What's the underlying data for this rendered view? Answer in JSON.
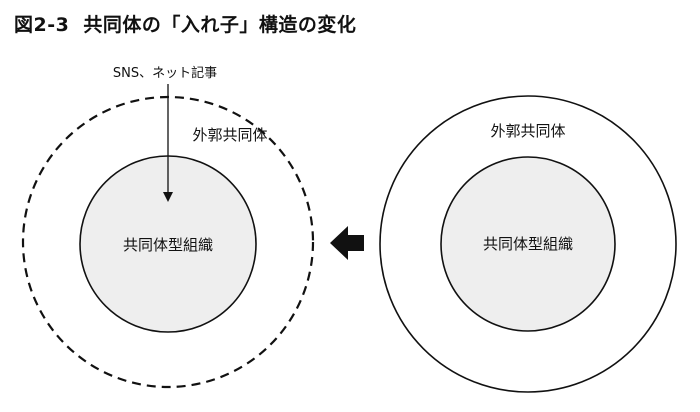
{
  "title": {
    "number": "図2-3",
    "text": "共同体の「入れ子」構造の変化"
  },
  "left_diagram": {
    "source_label": "SNS、ネット記事",
    "outer_label": "外郭共同体",
    "inner_label": "共同体型組織"
  },
  "right_diagram": {
    "outer_label": "外郭共同体",
    "inner_label": "共同体型組織"
  },
  "colors": {
    "inner_fill": "#eeeeee",
    "stroke": "#111111",
    "background": "#ffffff"
  }
}
